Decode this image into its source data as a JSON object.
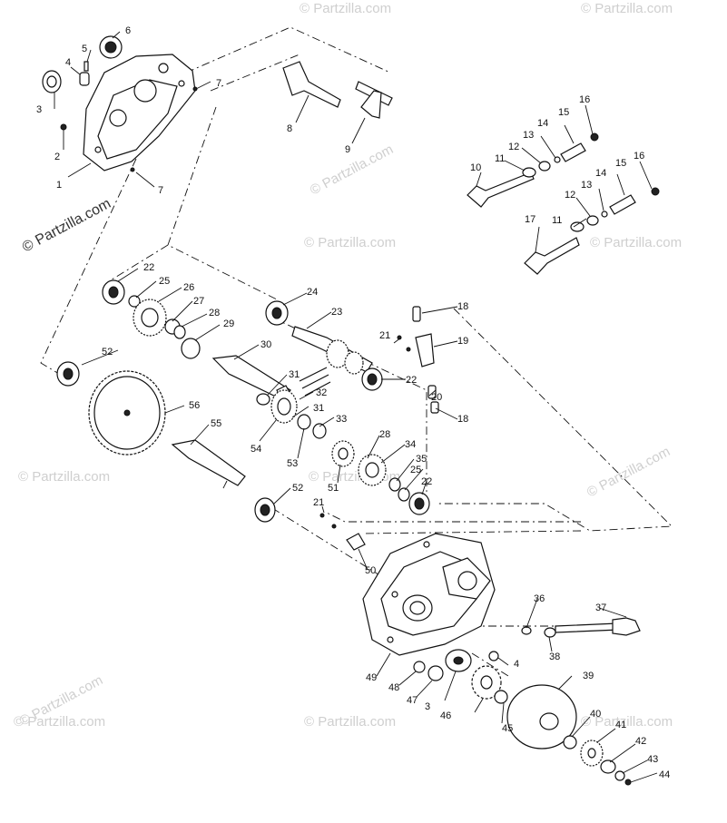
{
  "watermark": {
    "text": "© Partzilla.com",
    "strong_text": "© Partzilla.com"
  },
  "labels": {
    "l1": "1",
    "l2": "2",
    "l3a": "3",
    "l3b": "3",
    "l4a": "4",
    "l4b": "4",
    "l5": "5",
    "l6": "6",
    "l7a": "7",
    "l7b": "7",
    "l8": "8",
    "l9": "9",
    "l10": "10",
    "l11a": "11",
    "l11b": "11",
    "l12a": "12",
    "l12b": "12",
    "l13a": "13",
    "l13b": "13",
    "l14a": "14",
    "l14b": "14",
    "l15a": "15",
    "l15b": "15",
    "l16a": "16",
    "l16b": "16",
    "l17": "17",
    "l18a": "18",
    "l18b": "18",
    "l19": "19",
    "l20": "20",
    "l21a": "21",
    "l21b": "21",
    "l22a": "22",
    "l22b": "22",
    "l22c": "22",
    "l23": "23",
    "l24": "24",
    "l25a": "25",
    "l25b": "25",
    "l26": "26",
    "l27": "27",
    "l28a": "28",
    "l28b": "28",
    "l29": "29",
    "l30": "30",
    "l31a": "31",
    "l31b": "31",
    "l32": "32",
    "l33": "33",
    "l34": "34",
    "l35": "35",
    "l36": "36",
    "l37": "37",
    "l38": "38",
    "l39": "39",
    "l40": "40",
    "l41": "41",
    "l42": "42",
    "l43": "43",
    "l44": "44",
    "l45": "45",
    "l46": "46",
    "l47": "47",
    "l48": "48",
    "l49": "49",
    "l50": "50",
    "l51": "51",
    "l52a": "52",
    "l52b": "52",
    "l53": "53",
    "l54": "54",
    "l55": "55",
    "l56": "56"
  }
}
